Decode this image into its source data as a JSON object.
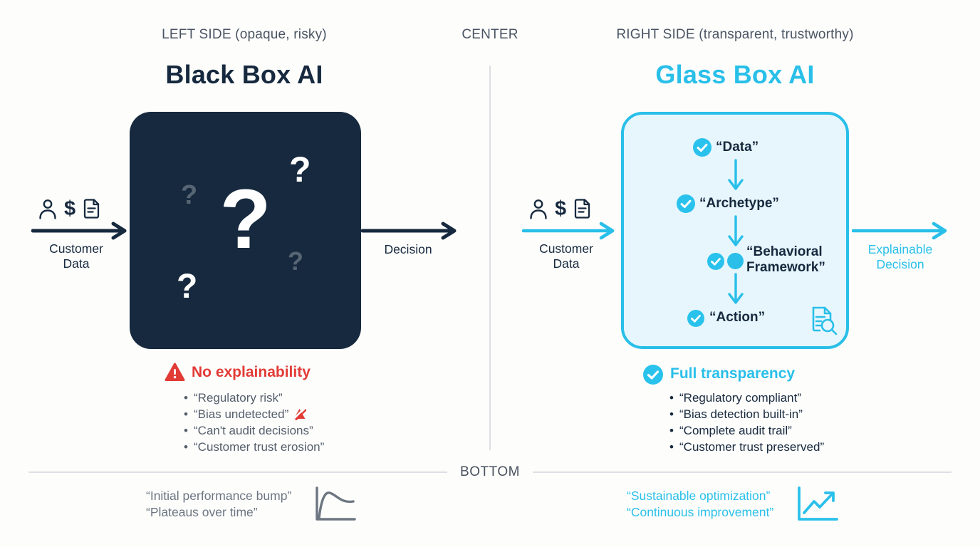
{
  "header": {
    "left_label": "LEFT SIDE (opaque, risky)",
    "center_label": "CENTER",
    "right_label": "RIGHT SIDE (transparent, trustworthy)",
    "bottom_label": "BOTTOM"
  },
  "left": {
    "title": "Black Box AI",
    "input_label": "Customer Data",
    "output_label": "Decision",
    "question_marks": [
      "?",
      "?",
      "?",
      "?",
      "?"
    ],
    "risk": {
      "heading": "No explainability",
      "items": [
        "“Regulatory risk”",
        "“Bias undetected”",
        "“Can't audit decisions”",
        "“Customer trust erosion”"
      ]
    },
    "bottom_note": {
      "line1": "“Initial performance bump”",
      "line2": "“Plateaus over time”"
    }
  },
  "right": {
    "title": "Glass Box AI",
    "input_label": "Customer Data",
    "output_label": "Explainable Decision",
    "flow_steps": [
      "“Data”",
      "“Archetype”",
      "“Behavioral Framework”",
      "“Action”"
    ],
    "benefit": {
      "heading": "Full transparency",
      "items": [
        "“Regulatory compliant”",
        "“Bias detection built-in”",
        "“Complete audit trail”",
        "“Customer trust preserved”"
      ]
    },
    "bottom_note": {
      "line1": "“Sustainable optimization”",
      "line2": "“Continuous improvement”"
    }
  },
  "icons": {
    "left_input": [
      "person-icon",
      "dollar-icon",
      "document-icon"
    ],
    "right_input": [
      "person-icon",
      "dollar-icon",
      "document-icon"
    ],
    "risk_heading_icon": "warning-triangle-icon",
    "bias_item_icon": "bias-slash-icon",
    "benefit_heading_icon": "check-circle-icon",
    "flow_step_icon": "check-circle-icon",
    "audit_icon": "document-magnifier-icon",
    "left_bottom_icon": "plateau-chart-icon",
    "right_bottom_icon": "growth-chart-icon"
  },
  "colors": {
    "navy": "#16293E",
    "cyan": "#29BFE9",
    "glass_fill": "#E7F6FD",
    "red": "#E23B36",
    "gray_label": "#4A5563",
    "gray_muted": "#6C7681",
    "divider": "#DCDFE3"
  }
}
